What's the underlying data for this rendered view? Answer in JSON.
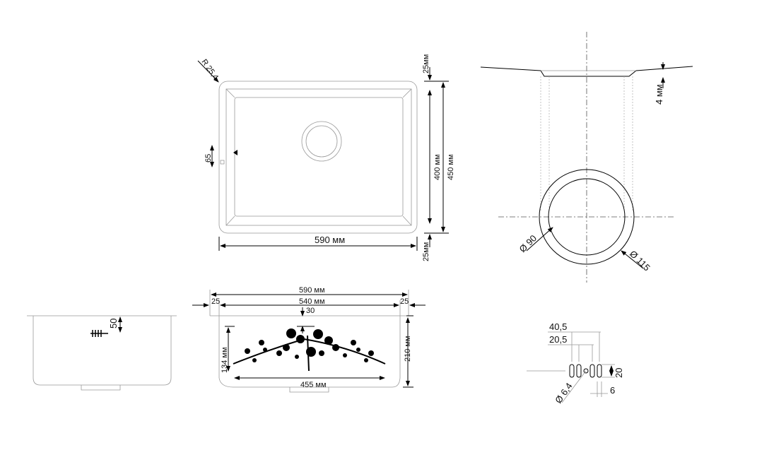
{
  "top_view": {
    "radius": "R 25,4",
    "width": "590 мм",
    "height_outer": "450 мм",
    "height_inner": "400 мм",
    "rim_top": "25мм",
    "rim_bottom": "25мм",
    "side_mark": "65"
  },
  "drain_view": {
    "thickness": "4 мм",
    "inner_diameter": "Ø 90",
    "outer_diameter": "Ø 115"
  },
  "side_view": {
    "depth_mark": "50"
  },
  "front_view": {
    "width": "590 мм",
    "inner_width": "540 мм",
    "rim_left": "25",
    "rim_right": "25",
    "offset": "30",
    "decor_height": "134 мм",
    "depth": "210 мм",
    "decor_width": "455 мм"
  },
  "overflow_view": {
    "span_outer": "40,5",
    "span_inner": "20,5",
    "slot_height": "20",
    "slot_width": "6",
    "hole_diameter": "Ø 6,4"
  }
}
